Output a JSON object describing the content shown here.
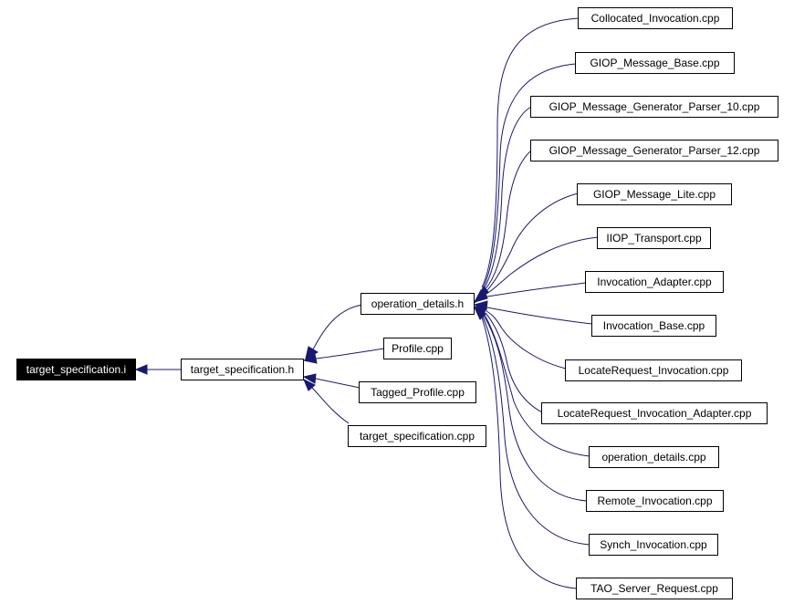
{
  "colors": {
    "edge": "#191970",
    "root_fill": "#000000",
    "root_text": "#ffffff",
    "node_border": "#000000"
  },
  "nodes": {
    "root": "target_specification.i",
    "target_specification_h": "target_specification.h",
    "operation_details_h": "operation_details.h",
    "profile_cpp": "Profile.cpp",
    "tagged_profile_cpp": "Tagged_Profile.cpp",
    "target_specification_cpp": "target_specification.cpp",
    "collocated_invocation_cpp": "Collocated_Invocation.cpp",
    "giop_message_base_cpp": "GIOP_Message_Base.cpp",
    "giop_message_generator_parser_10_cpp": "GIOP_Message_Generator_Parser_10.cpp",
    "giop_message_generator_parser_12_cpp": "GIOP_Message_Generator_Parser_12.cpp",
    "giop_message_lite_cpp": "GIOP_Message_Lite.cpp",
    "iiop_transport_cpp": "IIOP_Transport.cpp",
    "invocation_adapter_cpp": "Invocation_Adapter.cpp",
    "invocation_base_cpp": "Invocation_Base.cpp",
    "locaterequest_invocation_cpp": "LocateRequest_Invocation.cpp",
    "locaterequest_invocation_adapter_cpp": "LocateRequest_Invocation_Adapter.cpp",
    "operation_details_cpp": "operation_details.cpp",
    "remote_invocation_cpp": "Remote_Invocation.cpp",
    "synch_invocation_cpp": "Synch_Invocation.cpp",
    "tao_server_request_cpp": "TAO_Server_Request.cpp"
  }
}
